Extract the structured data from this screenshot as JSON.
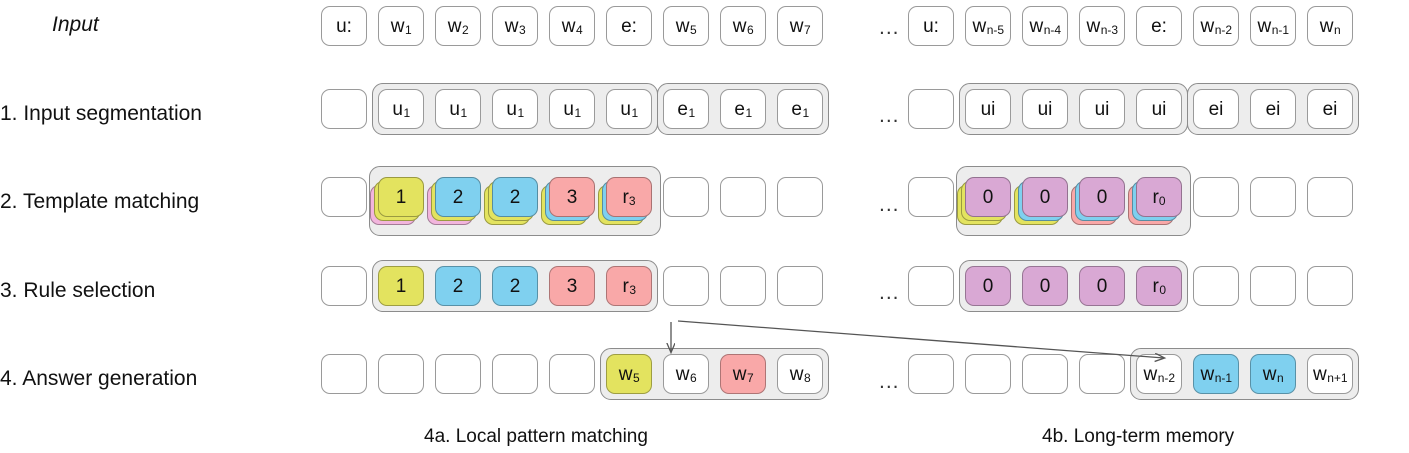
{
  "figure": {
    "title": "Procedure diagram: input segmentation, template matching, rule selection, answer generation",
    "colors": {
      "yellow": "#e3e35f",
      "blue": "#7fd0ef",
      "pink": "#f9a8a8",
      "purple": "#d9a8d4",
      "magenta": "#f2b5dd",
      "group_bg": "#ededed",
      "group_border": "#8c8c8c",
      "cell_border": "#9a9a9a",
      "text": "#111111",
      "background": "#ffffff"
    }
  },
  "rows": [
    {
      "id": "input",
      "label": "Input",
      "italic": true
    },
    {
      "id": "step1",
      "label": "1. Input segmentation",
      "italic": false
    },
    {
      "id": "step2",
      "label": "2. Template matching",
      "italic": false
    },
    {
      "id": "step3",
      "label": "3. Rule selection",
      "italic": false
    },
    {
      "id": "step4",
      "label": "4. Answer generation",
      "italic": false
    }
  ],
  "ellipsis": "...",
  "row_input": {
    "left": [
      "u:",
      "w1",
      "w2",
      "w3",
      "w4",
      "e:",
      "w5",
      "w6",
      "w7"
    ],
    "right": [
      "u:",
      "wn-5",
      "wn-4",
      "wn-3",
      "e:",
      "wn-2",
      "wn-1",
      "wn"
    ]
  },
  "row_segmentation": {
    "left": [
      "",
      "u1",
      "u1",
      "u1",
      "u1",
      "u1",
      "e1",
      "e1",
      "e1"
    ],
    "right": [
      "",
      "ui",
      "ui",
      "ui",
      "ui",
      "ei",
      "ei",
      "ei"
    ],
    "groups_left": [
      {
        "start": 1,
        "count": 5,
        "name": "utterance-group-1"
      },
      {
        "start": 6,
        "count": 3,
        "name": "evidence-group-1"
      }
    ],
    "groups_right": [
      {
        "start": 1,
        "count": 4,
        "name": "utterance-group-i"
      },
      {
        "start": 5,
        "count": 3,
        "name": "evidence-group-i"
      }
    ]
  },
  "row_template_matching": {
    "left": {
      "group": {
        "start": 1,
        "count": 5,
        "name": "template-stack-group-left"
      },
      "stacks": [
        {
          "index": 1,
          "label": "1",
          "top": "yellow",
          "under": [
            "magenta",
            "yellow"
          ]
        },
        {
          "index": 2,
          "label": "2",
          "top": "blue",
          "under": [
            "magenta",
            "yellow"
          ]
        },
        {
          "index": 3,
          "label": "2",
          "top": "blue",
          "under": [
            "yellow",
            "yellow"
          ]
        },
        {
          "index": 4,
          "label": "3",
          "top": "pink",
          "under": [
            "yellow",
            "blue"
          ]
        },
        {
          "index": 5,
          "label": "r3",
          "top": "pink",
          "under": [
            "yellow",
            "blue"
          ]
        }
      ]
    },
    "right": {
      "group": {
        "start": 1,
        "count": 4,
        "name": "template-stack-group-right"
      },
      "stacks": [
        {
          "index": 1,
          "label": "0",
          "top": "purple",
          "under": [
            "yellow",
            "yellow"
          ]
        },
        {
          "index": 2,
          "label": "0",
          "top": "purple",
          "under": [
            "yellow",
            "blue"
          ]
        },
        {
          "index": 3,
          "label": "0",
          "top": "purple",
          "under": [
            "pink",
            "blue"
          ]
        },
        {
          "index": 4,
          "label": "r0",
          "top": "purple",
          "under": [
            "pink",
            "blue"
          ]
        }
      ]
    }
  },
  "row_rule_selection": {
    "left": {
      "group": {
        "start": 1,
        "count": 5,
        "name": "rule-group-left"
      },
      "cells": [
        {
          "index": 1,
          "label": "1",
          "color": "yellow"
        },
        {
          "index": 2,
          "label": "2",
          "color": "blue"
        },
        {
          "index": 3,
          "label": "2",
          "color": "blue"
        },
        {
          "index": 4,
          "label": "3",
          "color": "pink"
        },
        {
          "index": 5,
          "label": "r3",
          "color": "pink"
        }
      ],
      "empty_indices": [
        0,
        6,
        7,
        8
      ]
    },
    "right": {
      "group": {
        "start": 1,
        "count": 4,
        "name": "rule-group-right"
      },
      "cells": [
        {
          "index": 1,
          "label": "0",
          "color": "purple"
        },
        {
          "index": 2,
          "label": "0",
          "color": "purple"
        },
        {
          "index": 3,
          "label": "0",
          "color": "purple"
        },
        {
          "index": 4,
          "label": "r0",
          "color": "purple"
        }
      ],
      "empty_indices": [
        0,
        5,
        6,
        7
      ]
    }
  },
  "row_answer_generation": {
    "left": {
      "group": {
        "start": 5,
        "count": 4,
        "name": "answer-group-left"
      },
      "cells": [
        {
          "index": 5,
          "label": "w5",
          "color": "yellow"
        },
        {
          "index": 6,
          "label": "w6",
          "color": "white"
        },
        {
          "index": 7,
          "label": "w7",
          "color": "pink"
        },
        {
          "index": 8,
          "label": "w8",
          "color": "white"
        }
      ],
      "empty_indices": [
        0,
        1,
        2,
        3,
        4
      ]
    },
    "right": {
      "group": {
        "start": 4,
        "count": 4,
        "name": "answer-group-right"
      },
      "cells": [
        {
          "index": 4,
          "label": "wn-2",
          "color": "white"
        },
        {
          "index": 5,
          "label": "wn-1",
          "color": "blue"
        },
        {
          "index": 6,
          "label": "wn",
          "color": "blue"
        },
        {
          "index": 7,
          "label": "wn+1",
          "color": "white"
        }
      ],
      "empty_indices": [
        0,
        1,
        2,
        3
      ]
    }
  },
  "captions": {
    "left": "4a. Local pattern matching",
    "right": "4b. Long-term memory"
  },
  "arrows": [
    {
      "name": "rule-to-local-answer-arrow",
      "from": "r3-cell",
      "to": "answer-group-left"
    },
    {
      "name": "rule-to-longterm-answer-arrow",
      "from": "r3-cell",
      "to": "answer-group-right"
    }
  ],
  "tokens": {
    "u:": "u:",
    "e:": "e:",
    "w1": "w1",
    "w2": "w2",
    "w3": "w3",
    "w4": "w4",
    "w5": "w5",
    "w6": "w6",
    "w7": "w7",
    "w8": "w8",
    "wn-5": "wn-5",
    "wn-4": "wn-4",
    "wn-3": "wn-3",
    "wn-2": "wn-2",
    "wn-1": "wn-1",
    "wn": "wn",
    "wn+1": "wn+1",
    "u1": "u1",
    "e1": "e1",
    "ui": "ui",
    "ei": "ei",
    "r3": "r3",
    "r0": "r0"
  }
}
